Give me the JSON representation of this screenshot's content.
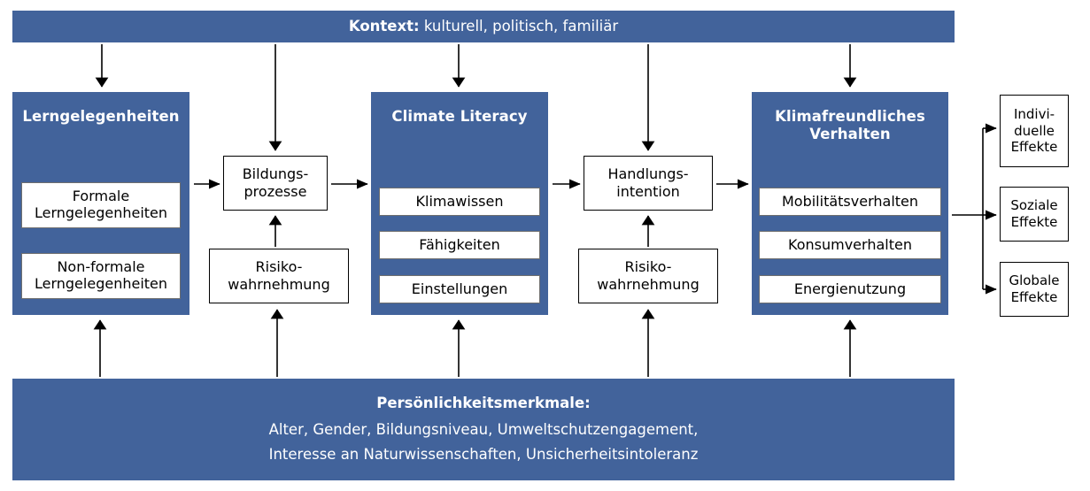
{
  "diagram": {
    "top_banner": {
      "label_bold": "Kontext:",
      "label_rest": " kulturell, politisch, familiär"
    },
    "bottom_banner": {
      "title": "Persönlichkeitsmerkmale:",
      "line1": "Alter, Gender, Bildungsniveau, Umweltschutzengagement,",
      "line2": "Interesse an Naturwissenschaften, Unsicherheitsintoleranz"
    },
    "panels": [
      {
        "id": "lerngelegenheiten",
        "title": "Lerngelegenheiten",
        "items": [
          "Formale\nLerngelegenheiten",
          "Non-formale\nLerngelegenheiten"
        ]
      },
      {
        "id": "climate-literacy",
        "title": "Climate Literacy",
        "items": [
          "Klimawissen",
          "Fähigkeiten",
          "Einstellungen"
        ]
      },
      {
        "id": "klimafreundliches-verhalten",
        "title": "Klimafreundliches\nVerhalten",
        "items": [
          "Mobilitätsverhalten",
          "Konsumverhalten",
          "Energienutzung"
        ]
      }
    ],
    "mediators": [
      {
        "id": "bildungsprozesse",
        "label": "Bildungs-\nprozesse"
      },
      {
        "id": "risikowahrnehmung-1",
        "label": "Risiko-\nwahrnehmung"
      },
      {
        "id": "handlungsintention",
        "label": "Handlungs-\nintention"
      },
      {
        "id": "risikowahrnehmung-2",
        "label": "Risiko-\nwahrnehmung"
      }
    ],
    "effects": [
      {
        "id": "individuelle-effekte",
        "label": "Indivi-\nduelle\nEffekte"
      },
      {
        "id": "soziale-effekte",
        "label": "Soziale\nEffekte"
      },
      {
        "id": "globale-effekte",
        "label": "Globale\nEffekte"
      }
    ],
    "colors": {
      "panel_blue": "#42639B",
      "chip_white": "#FFFFFF",
      "line_black": "#000000"
    }
  }
}
